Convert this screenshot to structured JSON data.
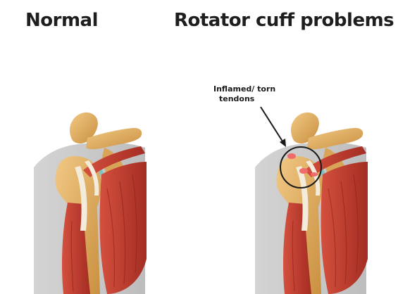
{
  "panels": {
    "left": {
      "title": "Normal"
    },
    "right": {
      "title": "Rotator cuff problems"
    }
  },
  "annotation": {
    "line1": "Inflamed/ torn",
    "line2": "tendons"
  },
  "colors": {
    "skin": "#c9c9c9",
    "bone": "#e7b66c",
    "bone_shade": "#c98f3f",
    "muscle": "#c83f30",
    "muscle_dark": "#9f2a1f",
    "tendon": "#f3ecdc",
    "cartilage": "#7cc1c4",
    "inflammation": "#f06b6b"
  }
}
